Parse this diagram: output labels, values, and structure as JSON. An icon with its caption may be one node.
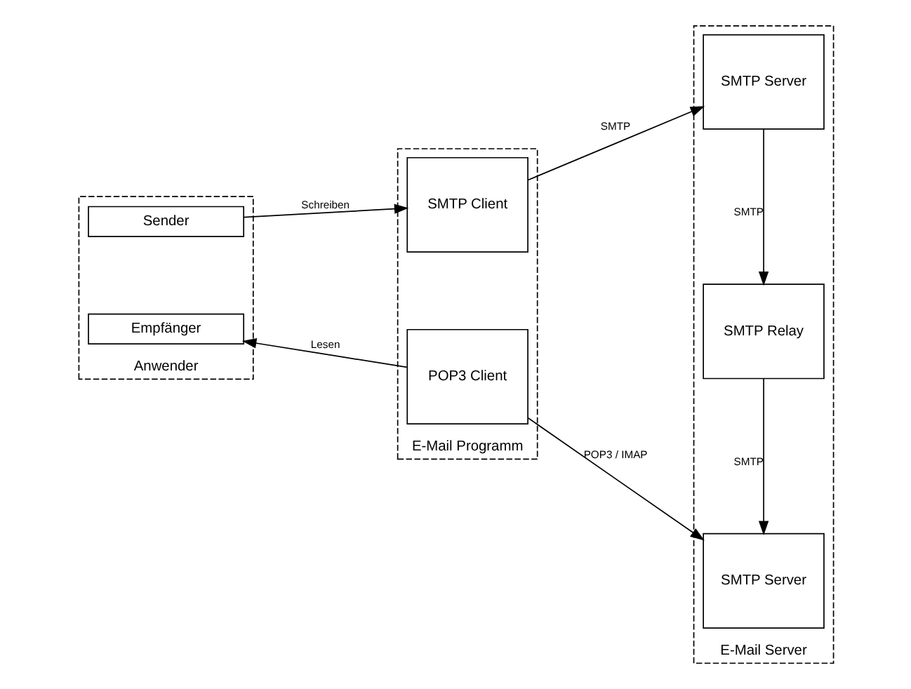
{
  "diagram": {
    "nodes": [
      {
        "text": [
          "Anwender"
        ]
      },
      {
        "text": [
          "Sender"
        ],
        "in": 0
      },
      {
        "text": [
          "Empfänger"
        ],
        "in": 0
      },
      {
        "text": [
          "E-Mail Programm"
        ]
      },
      {
        "text": [
          "SMTP Client"
        ],
        "in": 3
      },
      {
        "text": [
          "POP3 Client"
        ],
        "in": 3
      },
      {
        "text": [
          "E-Mail Server"
        ]
      },
      {
        "text": [
          "SMTP Server"
        ],
        "in": 6
      },
      {
        "text": [
          "SMTP Relay"
        ],
        "in": 6
      },
      {
        "text": [
          "SMTP Server"
        ],
        "in": 6
      }
    ],
    "edges": [
      {
        "from": 1,
        "to": 4,
        "arrow": "to",
        "label": "Schreiben"
      },
      {
        "from": 4,
        "to": 7,
        "arrow": "to",
        "label": "SMTP"
      },
      {
        "from": 7,
        "to": 8,
        "arrow": "to",
        "label": "SMTP"
      },
      {
        "from": 8,
        "to": 9,
        "arrow": "to",
        "label": "SMTP"
      },
      {
        "from": 5,
        "to": 9,
        "arrow": "to",
        "label": "POP3 / IMAP"
      },
      {
        "from": 5,
        "to": 2,
        "arrow": "to",
        "label": "Lesen"
      }
    ]
  }
}
